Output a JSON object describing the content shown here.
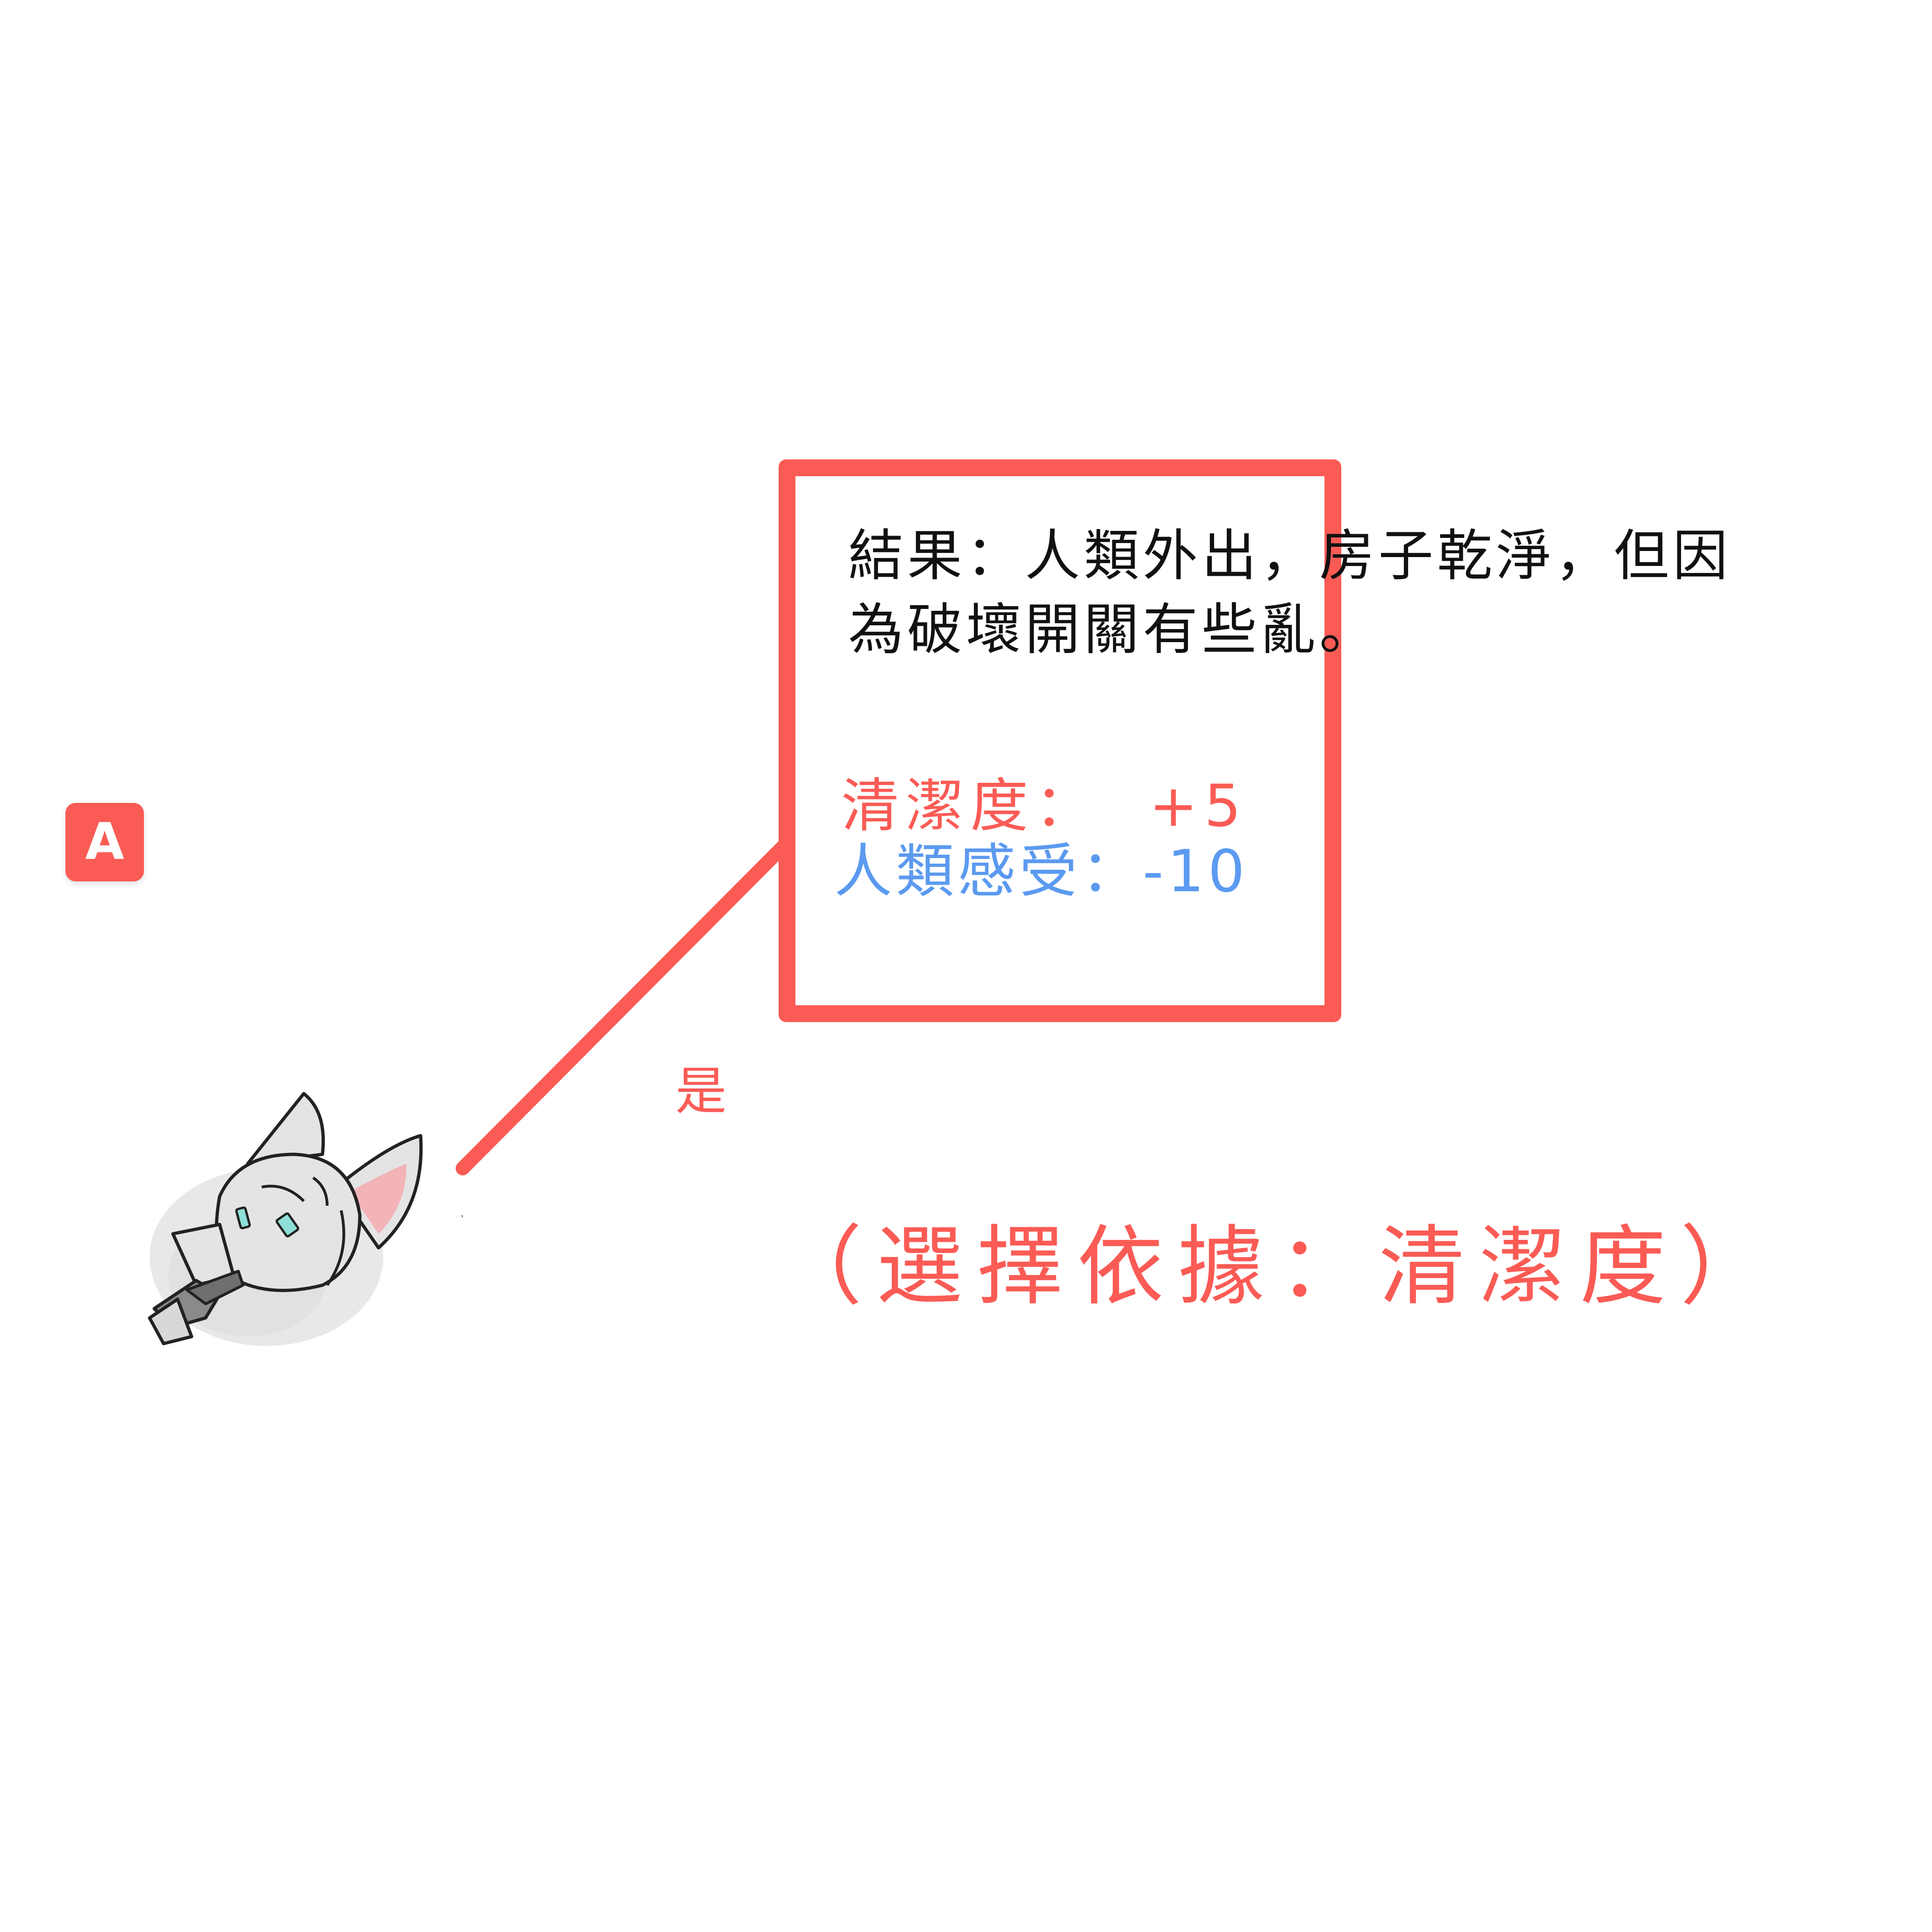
{
  "badge": {
    "label": "A"
  },
  "result": {
    "text": "結果：人類外出，房子乾淨，但因為破壞開關有些亂。"
  },
  "stats": {
    "cleanliness": "清潔度：  +5",
    "human_feeling": "人類感受：-10"
  },
  "branch": {
    "label": "是"
  },
  "basis": {
    "text": "（選擇依據：清潔度）"
  },
  "colors": {
    "accent_red": "#fb5b55",
    "accent_blue": "#5b9af0",
    "text_dark": "#111111"
  }
}
